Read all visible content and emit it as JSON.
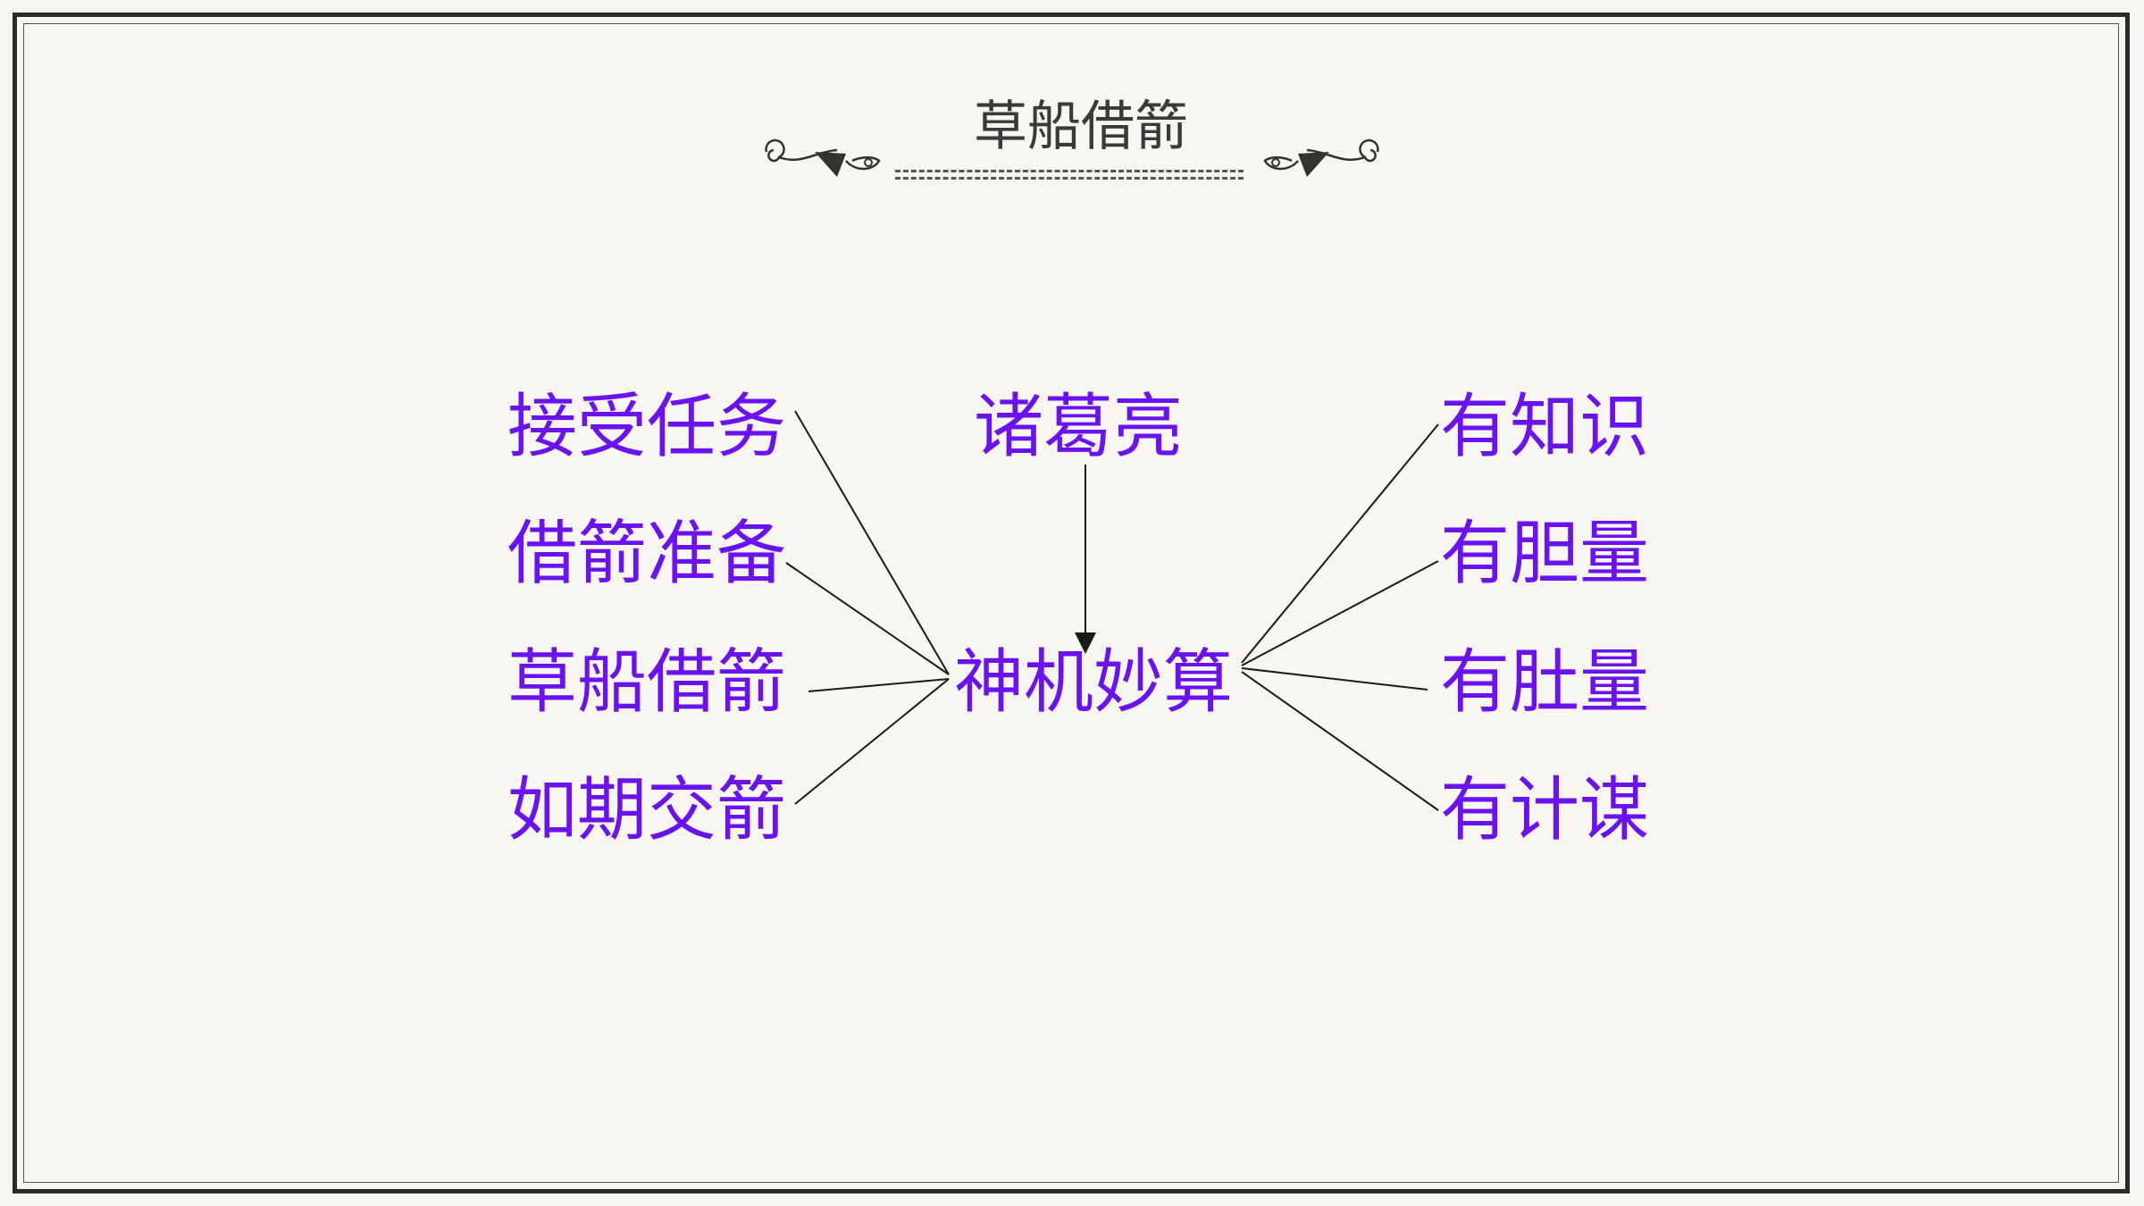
{
  "title": "草船借箭",
  "diagram": {
    "center": "神机妙算",
    "top": "诸葛亮",
    "left": [
      "接受任务",
      "借箭准备",
      "草船借箭",
      "如期交箭"
    ],
    "right": [
      "有知识",
      "有胆量",
      "有肚量",
      "有计谋"
    ]
  },
  "colors": {
    "node_text": "#6b12f2",
    "title_text": "#3a3a3a",
    "line": "#1a1a1a",
    "background": "#f7f6f1"
  }
}
